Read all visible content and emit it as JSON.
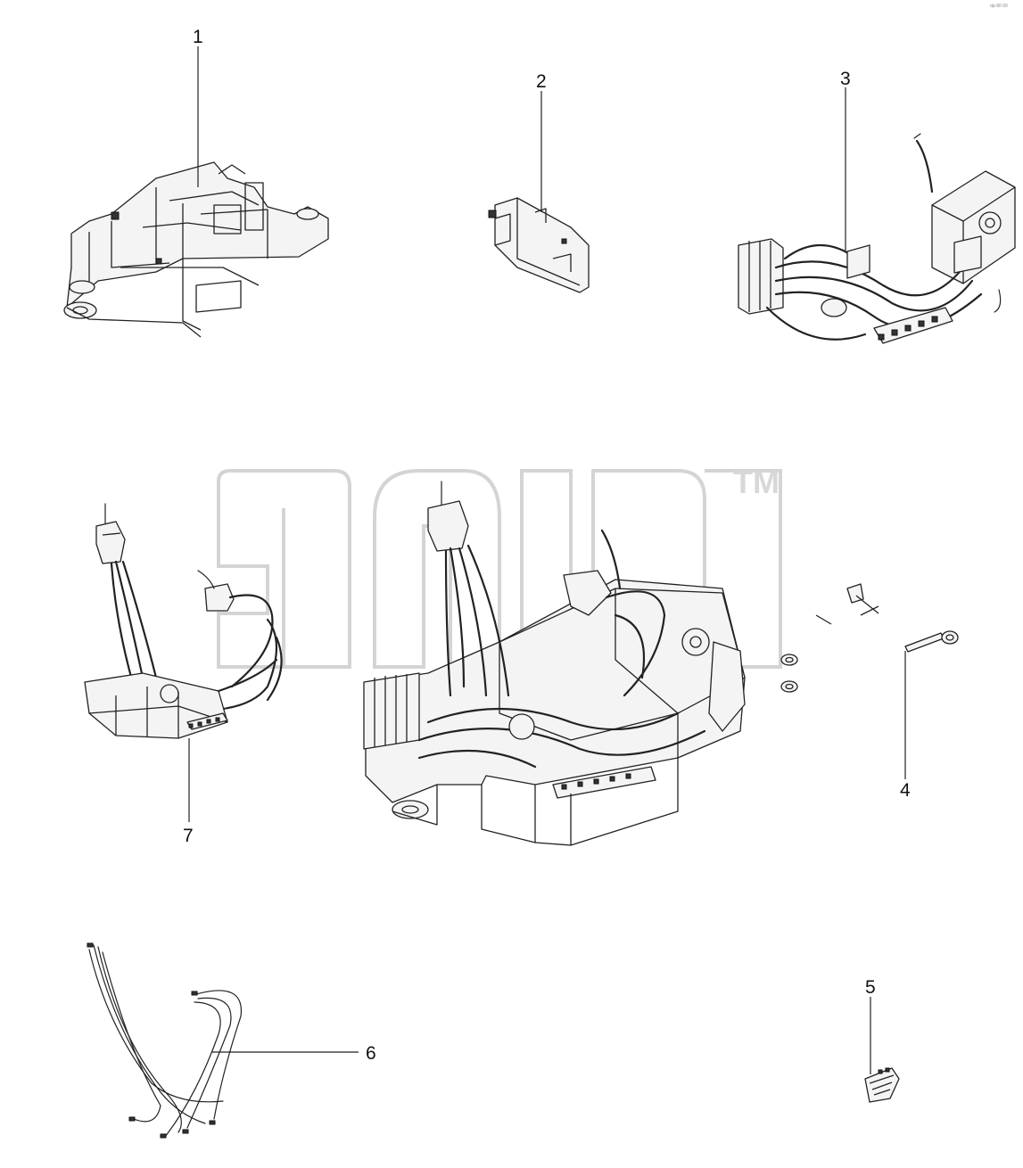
{
  "diagram": {
    "callouts": [
      {
        "id": "1",
        "label": "1"
      },
      {
        "id": "2",
        "label": "2"
      },
      {
        "id": "3",
        "label": "3"
      },
      {
        "id": "4",
        "label": "4"
      },
      {
        "id": "5",
        "label": "5"
      },
      {
        "id": "6",
        "label": "6"
      },
      {
        "id": "7",
        "label": "7"
      }
    ],
    "watermark_mark": "TM",
    "corner_code": "dp-80 00",
    "colors": {
      "line": "#222222",
      "watermark": "#d4d4d4",
      "background": "#ffffff"
    }
  }
}
